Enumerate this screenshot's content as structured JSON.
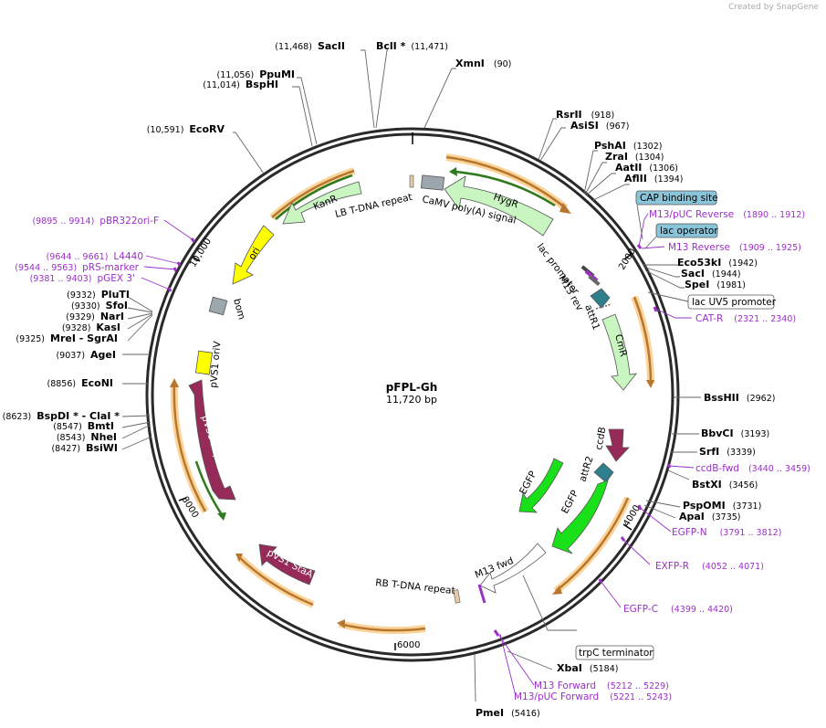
{
  "watermark": "Created by SnapGene",
  "plasmid": {
    "name": "pFPL-Gh",
    "length_label": "11,720 bp"
  },
  "tick_labels": [
    "2000",
    "4000",
    "6000",
    "8000",
    "10,000"
  ],
  "enzymes_left": [
    {
      "pos": "(11,468)",
      "name": "SacII"
    },
    {
      "pos": "(11,056)",
      "name": "PpuMI"
    },
    {
      "pos": "(11,014)",
      "name": "BspHI"
    },
    {
      "pos": "(10,591)",
      "name": "EcoRV"
    },
    {
      "pos": "(9332)",
      "name": "PluTI"
    },
    {
      "pos": "(9330)",
      "name": "SfoI"
    },
    {
      "pos": "(9329)",
      "name": "NarI"
    },
    {
      "pos": "(9328)",
      "name": "KasI"
    },
    {
      "pos": "(9325)",
      "name": "MreI  - SgrAI"
    },
    {
      "pos": "(9037)",
      "name": "AgeI"
    },
    {
      "pos": "(8856)",
      "name": "EcoNI"
    },
    {
      "pos": "(8623)",
      "name": "BspDI * - ClaI *"
    },
    {
      "pos": "(8547)",
      "name": "BmtI"
    },
    {
      "pos": "(8543)",
      "name": "NheI"
    },
    {
      "pos": "(8427)",
      "name": "BsiWI"
    }
  ],
  "enzymes_right": [
    {
      "name": "BclI *",
      "pos": "(11,471)"
    },
    {
      "name": "XmnI",
      "pos": "(90)"
    },
    {
      "name": "RsrII",
      "pos": "(918)"
    },
    {
      "name": "AsiSI",
      "pos": "(967)"
    },
    {
      "name": "PshAI",
      "pos": "(1302)"
    },
    {
      "name": "ZraI",
      "pos": "(1304)"
    },
    {
      "name": "AatII",
      "pos": "(1306)"
    },
    {
      "name": "AflII",
      "pos": "(1394)"
    },
    {
      "name": "Eco53kI",
      "pos": "(1942)"
    },
    {
      "name": "SacI",
      "pos": "(1944)"
    },
    {
      "name": "SpeI",
      "pos": "(1981)"
    },
    {
      "name": "BssHII",
      "pos": "(2962)"
    },
    {
      "name": "BbvCI",
      "pos": "(3193)"
    },
    {
      "name": "SrfI",
      "pos": "(3339)"
    },
    {
      "name": "BstXI",
      "pos": "(3456)"
    },
    {
      "name": "PspOMI",
      "pos": "(3731)"
    },
    {
      "name": "ApaI",
      "pos": "(3735)"
    },
    {
      "name": "XbaI",
      "pos": "(5184)"
    },
    {
      "name": "PmeI",
      "pos": "(5416)"
    }
  ],
  "primers": [
    {
      "pos": "(9895 .. 9914)",
      "name": "pBR322ori-F"
    },
    {
      "pos": "(9644 .. 9661)",
      "name": "L4440"
    },
    {
      "pos": "(9544 .. 9563)",
      "name": "pRS-marker"
    },
    {
      "pos": "(9381 .. 9403)",
      "name": "pGEX 3'"
    },
    {
      "name": "M13/pUC Reverse",
      "pos": "(1890 .. 1912)"
    },
    {
      "name": "M13 Reverse",
      "pos": "(1909 .. 1925)"
    },
    {
      "name": "CAT-R",
      "pos": "(2321 .. 2340)"
    },
    {
      "name": "ccdB-fwd",
      "pos": "(3440 .. 3459)"
    },
    {
      "name": "EGFP-N",
      "pos": "(3791 .. 3812)"
    },
    {
      "name": "EXFP-R",
      "pos": "(4052 .. 4071)"
    },
    {
      "name": "EGFP-C",
      "pos": "(4399 .. 4420)"
    },
    {
      "name": "M13 Forward",
      "pos": "(5212 .. 5229)"
    },
    {
      "name": "M13/pUC Forward",
      "pos": "(5221 .. 5243)"
    }
  ],
  "boxed_features": [
    {
      "name": "CAP binding site",
      "style": "blue"
    },
    {
      "name": "lac operator",
      "style": "blue"
    },
    {
      "name": "lac UV5 promoter",
      "style": "white"
    },
    {
      "name": "trpC terminator",
      "style": "white"
    }
  ],
  "features": [
    {
      "name": "KanR"
    },
    {
      "name": "ori"
    },
    {
      "name": "bom"
    },
    {
      "name": "pVS1 oriV"
    },
    {
      "name": "pVS1 RepA"
    },
    {
      "name": "pVS1 StaA"
    },
    {
      "name": "LB T-DNA repeat"
    },
    {
      "name": "CaMV poly(A) signal"
    },
    {
      "name": "HygR"
    },
    {
      "name": "lac promoter"
    },
    {
      "name": "M13 rev"
    },
    {
      "name": "attR1"
    },
    {
      "name": "CmR"
    },
    {
      "name": "ccdB"
    },
    {
      "name": "attR2"
    },
    {
      "name": "EGFP"
    },
    {
      "name": "EGFP"
    },
    {
      "name": "M13 fwd"
    },
    {
      "name": "RB T-DNA repeat"
    }
  ],
  "colors": {
    "backbone": "#2a2a2a",
    "primer": "#9b30c8",
    "resistance": "#c8f5c0",
    "ori": "#ffff00",
    "pvs1": "#962a59",
    "egfp": "#19e019",
    "orf": "#b8772e",
    "orf_glow": "#fbd49a",
    "att": "#2e7e8c",
    "blue_box": "#89c4d8"
  }
}
